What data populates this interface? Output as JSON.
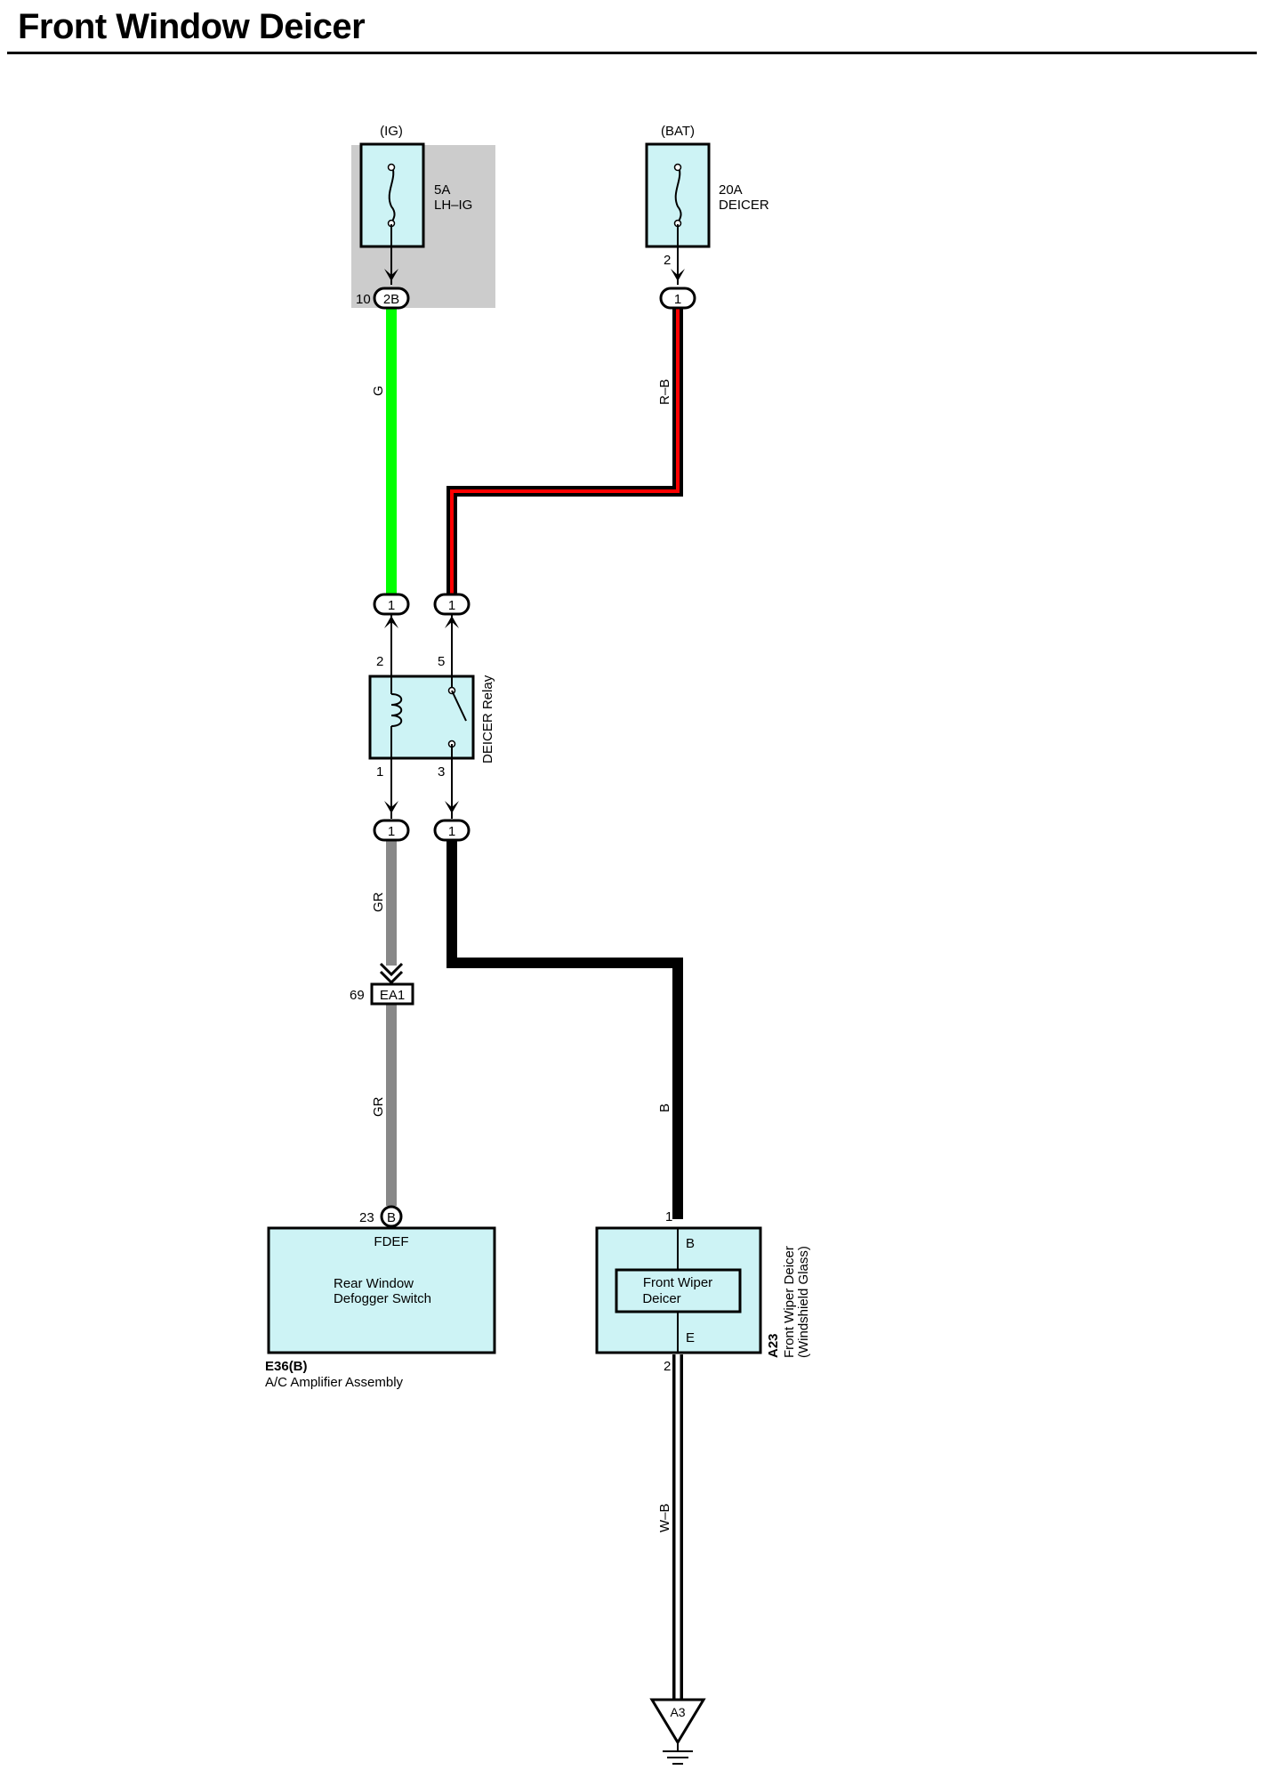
{
  "title": "Front Window Deicer",
  "colors": {
    "fuse_box_bg": "#cccccc",
    "component_fill": "#cdf3f5",
    "wire_green": "#00ff00",
    "wire_red": "#ff0000",
    "wire_gray": "#888888",
    "wire_black": "#000000",
    "wire_white": "#ffffff"
  },
  "fuses": {
    "ig": {
      "supply": "(IG)",
      "rating": "5A",
      "name": "LH–IG"
    },
    "bat": {
      "supply": "(BAT)",
      "rating": "20A",
      "name": "DEICER"
    }
  },
  "connectors": {
    "ig_pin": "10",
    "ig_conn": "2B",
    "bat_pin": "2",
    "bat_conn": "1",
    "relay_in_left": "1",
    "relay_in_right": "1",
    "relay_out_left": "1",
    "relay_out_right": "1",
    "ea1_pin": "69",
    "ea1_name": "EA1",
    "amp_pin": "23",
    "amp_conn": "B",
    "deicer_in_pin": "1",
    "deicer_out_pin": "2",
    "ground": "A3"
  },
  "wires": {
    "g": "G",
    "rb": "R–B",
    "gr1": "GR",
    "gr2": "GR",
    "b": "B",
    "wb": "W–B"
  },
  "relay": {
    "name": "DEICER Relay",
    "pin_coil_top": "2",
    "pin_switch_top": "5",
    "pin_coil_bottom": "1",
    "pin_switch_bottom": "3"
  },
  "amplifier": {
    "terminal": "FDEF",
    "inner_line1": "Rear Window",
    "inner_line2": "Defogger Switch",
    "code": "E36(B)",
    "name": "A/C Amplifier Assembly"
  },
  "deicer": {
    "terminal_top": "B",
    "terminal_bottom": "E",
    "inner_line1": "Front Wiper",
    "inner_line2": "Deicer",
    "code": "A23",
    "name_line1": "Front Wiper Deicer",
    "name_line2": "(Windshield Glass)"
  }
}
